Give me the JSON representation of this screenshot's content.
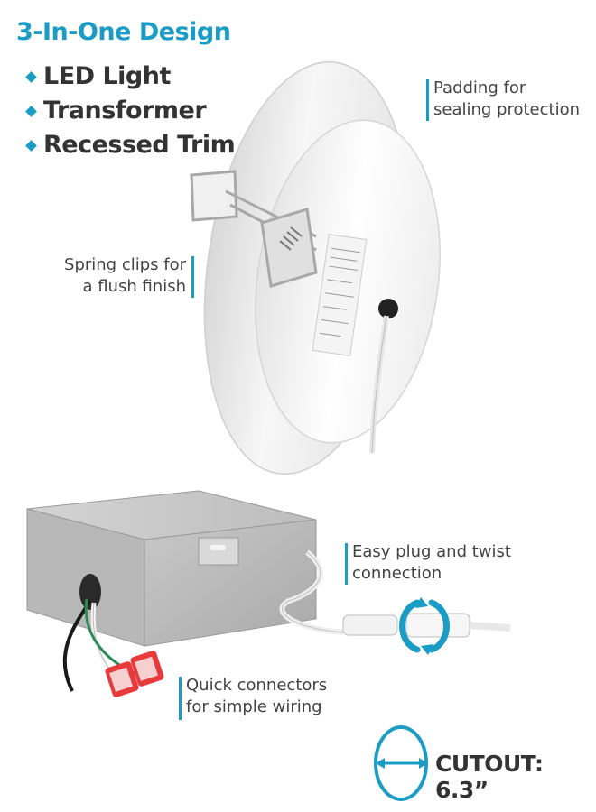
{
  "title": "3-In-One Design",
  "features": [
    "LED Light",
    "Transformer",
    "Recessed Trim"
  ],
  "callouts": {
    "padding": [
      "Padding for",
      "sealing protection"
    ],
    "spring": [
      "Spring clips for",
      "a flush finish"
    ],
    "plug": [
      "Easy plug and twist",
      "connection"
    ],
    "quick": [
      "Quick connectors",
      "for simple wiring"
    ]
  },
  "cutout": "CUTOUT: 6.3”",
  "colors": {
    "accent": "#1b9cc4",
    "text": "#333333"
  },
  "icons": [
    "diamond-bullet-icon",
    "twist-arrows-icon",
    "cutout-diameter-icon"
  ]
}
